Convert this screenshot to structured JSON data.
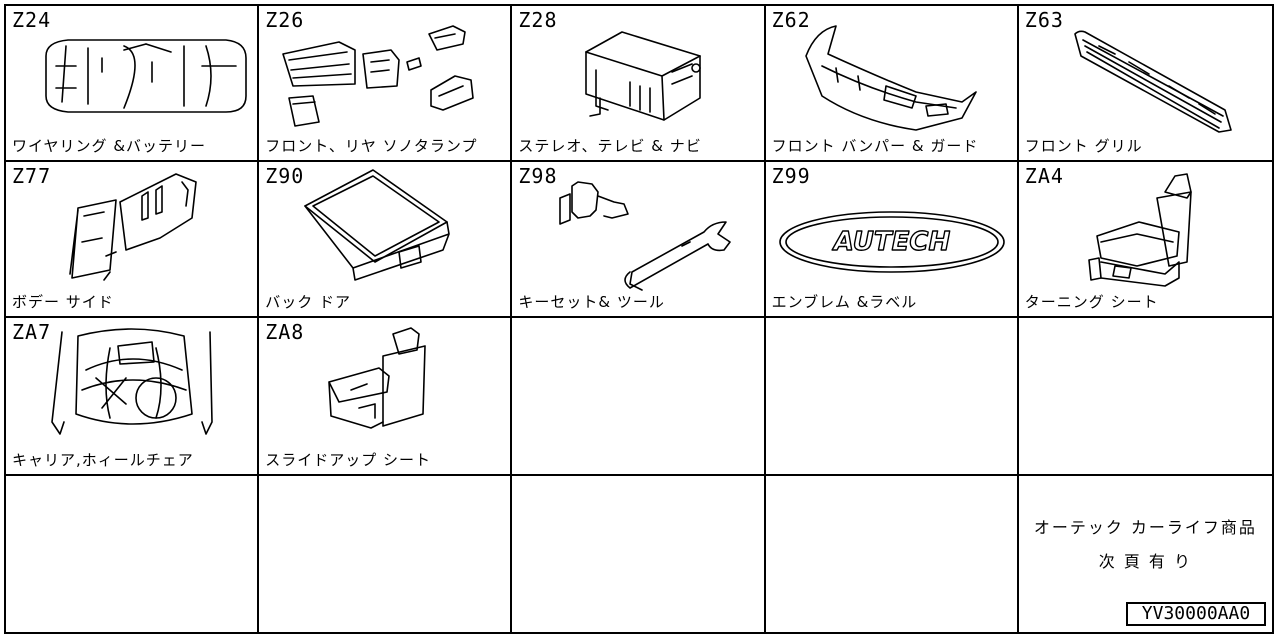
{
  "cells": [
    {
      "code": "Z24",
      "label": "ワイヤリング &バッテリー",
      "icon": "car-wiring-icon"
    },
    {
      "code": "Z26",
      "label": "フロント、リヤ ソノタランプ",
      "icon": "lamps-icon"
    },
    {
      "code": "Z28",
      "label": "ステレオ、テレビ & ナビ",
      "icon": "stereo-unit-icon"
    },
    {
      "code": "Z62",
      "label": "フロント バンパー & ガード",
      "icon": "front-bumper-icon"
    },
    {
      "code": "Z63",
      "label": "フロント グリル",
      "icon": "front-grille-icon"
    },
    {
      "code": "Z77",
      "label": "ボデー サイド",
      "icon": "body-side-icon"
    },
    {
      "code": "Z90",
      "label": "バック ドア",
      "icon": "back-door-icon"
    },
    {
      "code": "Z98",
      "label": "キーセット& ツール",
      "icon": "key-wrench-icon"
    },
    {
      "code": "Z99",
      "label": "エンブレム &ラベル",
      "icon": "emblem-icon"
    },
    {
      "code": "ZA4",
      "label": "ターニング シート",
      "icon": "turning-seat-icon"
    },
    {
      "code": "ZA7",
      "label": "キャリア,ホィールチェア",
      "icon": "wheelchair-carrier-icon"
    },
    {
      "code": "ZA8",
      "label": "スライドアップ シート",
      "icon": "slide-up-seat-icon"
    }
  ],
  "emblem_text": "AUTECH",
  "note": {
    "line1": "オーテック カーライフ商品",
    "line2": "次 頁 有 り"
  },
  "footer_code": "YV30000AA0"
}
